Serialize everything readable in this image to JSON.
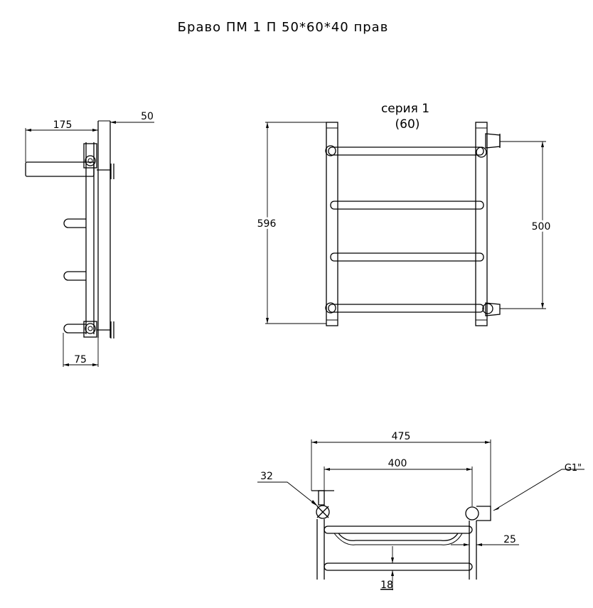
{
  "title": "Браво ПМ 1 П 50*60*40 прав",
  "series": {
    "line1": "серия 1",
    "line2": "(60)"
  },
  "side_view": {
    "depth_label": "175",
    "wall_offset_label": "50",
    "bottom_offset_label": "75"
  },
  "front_view": {
    "height_label": "596",
    "center_distance_label": "500"
  },
  "top_view": {
    "overall_width_label": "475",
    "inner_width_label": "400",
    "pipe_diameter_label": "32",
    "thread_label": "G1\"",
    "gap_label": "25",
    "bar_label": "18"
  }
}
